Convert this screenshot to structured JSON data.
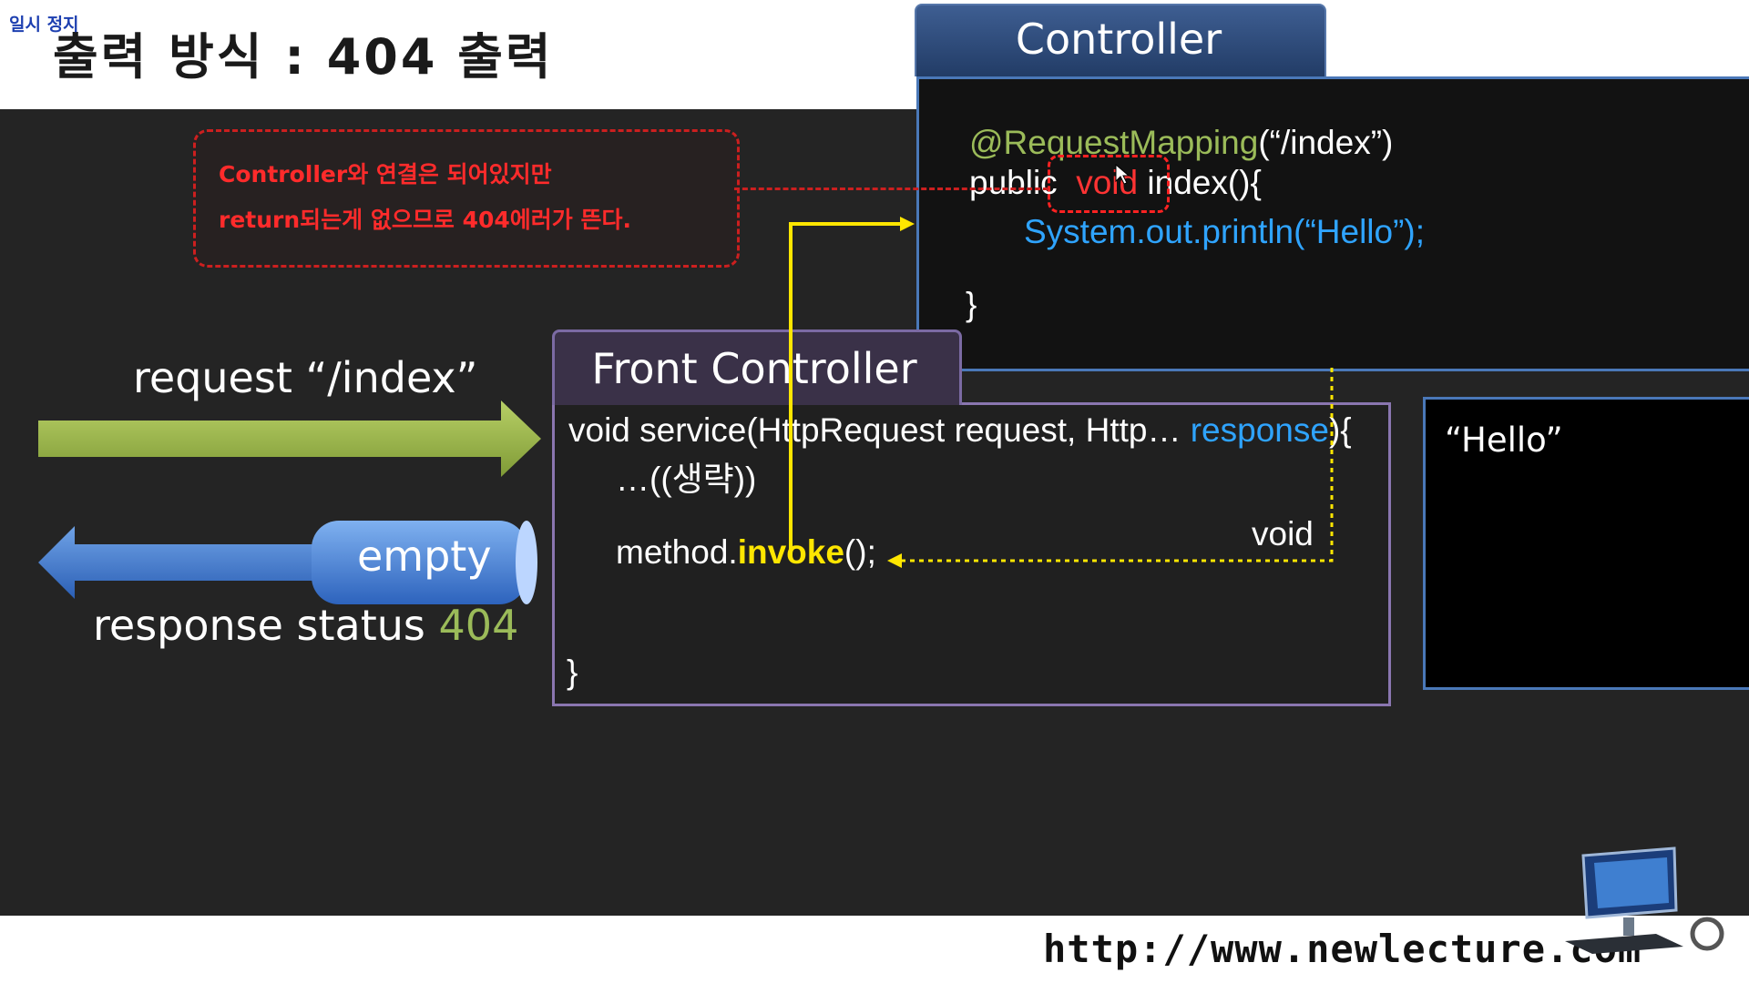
{
  "header": {
    "title": "출력 방식 : 404 출력",
    "pause_label": "일시 정지"
  },
  "controller": {
    "title": "Controller",
    "annotation_at": "@RequestMapping",
    "annotation_arg": "(“/index”)",
    "signature_public": "public ",
    "signature_void": "void",
    "signature_rest": " index(){",
    "println": "System.out.println(“Hello”);",
    "close_brace": "}"
  },
  "comment": {
    "line1": "Controller와 연결은 되어있지만",
    "line2": "return되는게 없으므로 404에러가 뜬다."
  },
  "request": {
    "label": "request “/index”"
  },
  "response": {
    "empty_label": "empty",
    "status_prefix": "response status ",
    "status_code": "404"
  },
  "front_controller": {
    "title": "Front Controller",
    "line1_a": "void service(HttpRequest request, Http… ",
    "line1_b": "response",
    "line1_c": "){",
    "line2": "…((생략))",
    "line3_a": "method.",
    "line3_b": "invoke",
    "line3_c": "();",
    "void_label": "void",
    "close_brace": "}"
  },
  "output": {
    "text": "“Hello”"
  },
  "footer": {
    "url": "http://www.newlecture.com"
  },
  "colors": {
    "accent_green": "#9bbb59",
    "accent_blue": "#2fa4ff",
    "accent_yellow": "#ffe600",
    "alert_red": "#ff2b2b",
    "stage_bg": "#242424"
  },
  "icons": [
    "cursor-icon",
    "monitor-icon",
    "request-arrow-icon",
    "response-arrow-icon"
  ]
}
